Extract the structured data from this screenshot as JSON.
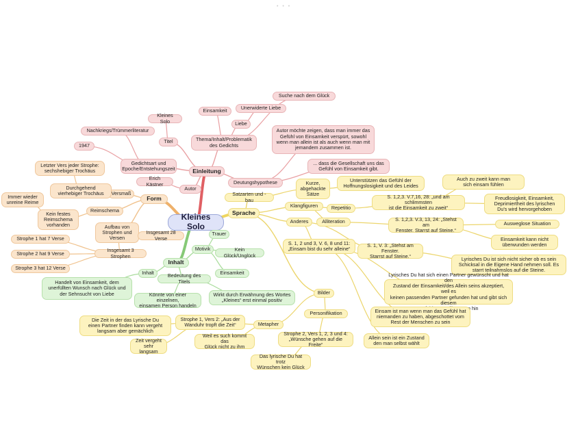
{
  "root": {
    "label": "Kleines Solo"
  },
  "nodes": [
    {
      "id": "einleitung",
      "label": "Einleitung",
      "color": "red",
      "bold": true
    },
    {
      "id": "autor",
      "label": "Autor",
      "color": "red"
    },
    {
      "id": "kaestner",
      "label": "Erich Kästner",
      "color": "red"
    },
    {
      "id": "gedichtsart",
      "label": "Gedichtsart und\nEpoche/Entstehungszeit",
      "color": "red"
    },
    {
      "id": "y1947",
      "label": "1947",
      "color": "red"
    },
    {
      "id": "nachkrieg",
      "label": "Nachkriegs/Trümmerliteratur",
      "color": "red"
    },
    {
      "id": "titel",
      "label": "Titel",
      "color": "red"
    },
    {
      "id": "kleinessolo",
      "label": "Kleines Solo",
      "color": "red"
    },
    {
      "id": "thema",
      "label": "Thema/Inhalt/Problematik\ndes Gedichts",
      "color": "red"
    },
    {
      "id": "einsamkeit1",
      "label": "Einsamkeit",
      "color": "red"
    },
    {
      "id": "liebe",
      "label": "Liebe",
      "color": "red"
    },
    {
      "id": "unerwiderte",
      "label": "Unerwiderte Liebe",
      "color": "red"
    },
    {
      "id": "suche",
      "label": "Suche nach dem Glück",
      "color": "red"
    },
    {
      "id": "deutung",
      "label": "Deutungshypothese",
      "color": "red"
    },
    {
      "id": "autorzeigen",
      "label": "Autor möchte zeigen, dass man immer das\nGefühl von Einsamkeit verspürt, sowohl\nwenn man allein ist als auch wenn man mit\njemandem zusammen ist.",
      "color": "red"
    },
    {
      "id": "gesellschaft",
      "label": "... dass die Gesellschaft uns das\nGefühl von Einsamkeit gibt.",
      "color": "red"
    },
    {
      "id": "form",
      "label": "Form",
      "color": "orange",
      "bold": true
    },
    {
      "id": "versmass",
      "label": "Versmaß",
      "color": "orange"
    },
    {
      "id": "durchgehend",
      "label": "Durchgehend\nvierhebiger Trochäus",
      "color": "orange"
    },
    {
      "id": "letzter",
      "label": "Letzter Vers jeder Strophe:\nsechshebiger Trochäus",
      "color": "orange"
    },
    {
      "id": "reimschema",
      "label": "Reimschema",
      "color": "orange"
    },
    {
      "id": "keinfestes",
      "label": "Kein festes\nReimschema\nvorhanden",
      "color": "orange"
    },
    {
      "id": "immerwieder",
      "label": "Immer wieder\nunreine Reime",
      "color": "orange"
    },
    {
      "id": "aufbau",
      "label": "Aufbau von\nStrophen und\nVersen",
      "color": "orange"
    },
    {
      "id": "insg28",
      "label": "Insgesamt 28 Verse",
      "color": "orange"
    },
    {
      "id": "insg3",
      "label": "Insgesamt 3 Strophen",
      "color": "orange"
    },
    {
      "id": "strophe1",
      "label": "Strophe 1 hat 7 Verse",
      "color": "orange"
    },
    {
      "id": "strophe2",
      "label": "Strophe 2 hat 9 Verse",
      "color": "orange"
    },
    {
      "id": "strophe3",
      "label": "Strophe 3 hat 12 Verse",
      "color": "orange"
    },
    {
      "id": "inhalt",
      "label": "Inhalt",
      "color": "green",
      "bold": true
    },
    {
      "id": "motivik",
      "label": "Motivik",
      "color": "green"
    },
    {
      "id": "trauer",
      "label": "Trauer",
      "color": "green"
    },
    {
      "id": "keinglueck",
      "label": "Kein Glück/Unglück",
      "color": "green"
    },
    {
      "id": "einsamkeit2",
      "label": "Einsamkeit",
      "color": "green"
    },
    {
      "id": "inhaltsub",
      "label": "Inhalt",
      "color": "green"
    },
    {
      "id": "handelt",
      "label": "Handelt von Einsamkeit, dem\nunerfüllten Wunsch nach Glück und\nder Sehnsucht von Liebe",
      "color": "green"
    },
    {
      "id": "bedeutung",
      "label": "Bedeutung des Titels",
      "color": "green"
    },
    {
      "id": "koennte",
      "label": "Könnte von einer einzelnen,\neinsamen Person handeln",
      "color": "green"
    },
    {
      "id": "wirkt",
      "label": "Wirkt durch Erwähnung des Wortes\n„Kleines“ erst einmal positiv",
      "color": "green"
    },
    {
      "id": "sprache",
      "label": "Sprache",
      "color": "yellow",
      "bold": true
    },
    {
      "id": "satzarten",
      "label": "Satzarten und -bau",
      "color": "yellow"
    },
    {
      "id": "kurze",
      "label": "Kurze,\nabgehackte\nSätze",
      "color": "yellow"
    },
    {
      "id": "unterstuetzen",
      "label": "Unterstützen das Gefühl der\nHoffnungslosigkeit und des Leides",
      "color": "yellow"
    },
    {
      "id": "klangfiguren",
      "label": "Klangfiguren",
      "color": "yellow"
    },
    {
      "id": "repetitio",
      "label": "Repetitio",
      "color": "yellow"
    },
    {
      "id": "s1238",
      "label": "S. 1,2,3. V.7,16, 28: „und am schlimmsten\nist die Einsamkeit zu zweit“",
      "color": "yellow"
    },
    {
      "id": "auchwenn",
      "label": "Auch zu zweit kann man\nsich einsam fühlen",
      "color": "yellow"
    },
    {
      "id": "freudlos",
      "label": "Freudlosigkeit, Einsamkeit,\nDeprimiertheit des lyrischen\nDu's wird hervorgehoben",
      "color": "yellow"
    },
    {
      "id": "alliteration",
      "label": "Alliteration",
      "color": "yellow"
    },
    {
      "id": "s123v3",
      "label": "S. 1,2,3. V.3, 13, 24: „Stehst am\nFenster. Starrst auf Steine.“",
      "color": "yellow"
    },
    {
      "id": "ausweglose",
      "label": "Ausweglose Situation",
      "color": "yellow"
    },
    {
      "id": "einsamkeitkann",
      "label": "Einsamkeit kann nicht\nüberwunden werden",
      "color": "yellow"
    },
    {
      "id": "anderes",
      "label": "Anderes",
      "color": "yellow"
    },
    {
      "id": "s12v6",
      "label": "S. 1, 2 und 3, V. 6, 8 und 11:\n„Einsam bist du sehr alleine“",
      "color": "yellow"
    },
    {
      "id": "s1v3",
      "label": "S. 1, V. 3: „Stehst am Fenster.\nStarrst auf Steine.“",
      "color": "yellow"
    },
    {
      "id": "lyrischesdu1",
      "label": "Lyrisches Du ist sich nicht sicher ob es sein\nSchicksal in die Eigene Hand nehmen soll. Es\nstarrt teilnahmslos auf die Steine.",
      "color": "yellow"
    },
    {
      "id": "lyrischesdu2",
      "label": "Lyrisches Du hat sich einen Partner gewünscht und hat den\nZustand der Einsamkeit/des Allein seins akzeptiert, weil es\nkeinen passenden Partner gefunden hat und gibt sich diesem\nGefühl nun vollkommen hin",
      "color": "yellow"
    },
    {
      "id": "einsamistman",
      "label": "Einsam ist man wenn man das Gefühl hat\nniemanden zu haben, abgeschottet vom\nRest der Menschen zu sein",
      "color": "yellow"
    },
    {
      "id": "alleinsein",
      "label": "Allein sein ist ein Zustand\nden man selbst wählt",
      "color": "yellow"
    },
    {
      "id": "bilder",
      "label": "Bilder",
      "color": "yellow"
    },
    {
      "id": "personifikation",
      "label": "Personifikation",
      "color": "yellow"
    },
    {
      "id": "strophe2v1",
      "label": "Strophe 2, Vers 1, 2, 3 und 4:\n„Wünsche gehen auf die Freite“",
      "color": "yellow"
    },
    {
      "id": "daslyrische",
      "label": "Das lyrische Du hat trotz\nWünschen kein Glück",
      "color": "yellow"
    },
    {
      "id": "metapher",
      "label": "Metapher",
      "color": "yellow"
    },
    {
      "id": "strophe1v2",
      "label": "Strophe 1, Vers 2: „Aus der\nWanduhr tropft die Zeit“",
      "color": "yellow"
    },
    {
      "id": "diezeit",
      "label": "Die Zeit in der das Lyrische Du\neinen Partner finden kann vergeht\nlangsam aber gemächlich",
      "color": "yellow"
    },
    {
      "id": "zeitvergeht",
      "label": "Zeit vergeht\nsehr langsam",
      "color": "yellow"
    },
    {
      "id": "weileswsucht",
      "label": "Weil es such kommt das\nGlück nicht zu ihm",
      "color": "yellow"
    }
  ]
}
